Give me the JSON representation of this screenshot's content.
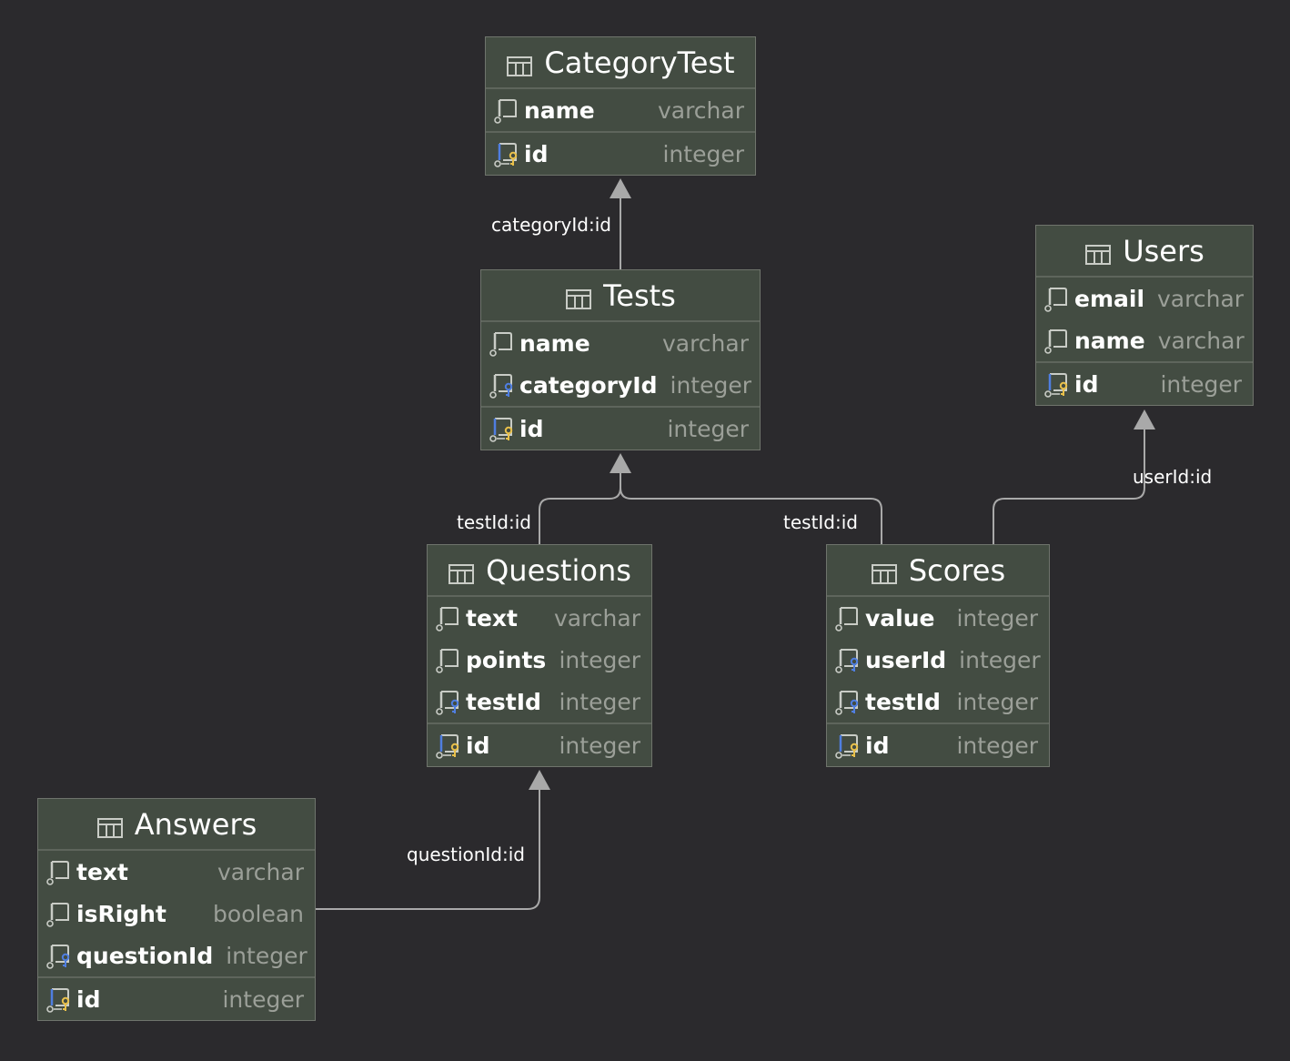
{
  "colors": {
    "background": "#2b2a2d",
    "entity_fill": "#434c42",
    "entity_border": "#6f746c",
    "edge": "#a9a9a9",
    "fk_key": "#4f7ee0",
    "pk_key": "#e8c04b"
  },
  "tables": [
    {
      "name": "CategoryTest",
      "icon": "table-icon",
      "columns": [
        {
          "name": "name",
          "type": "varchar",
          "kind": "column"
        },
        {
          "name": "id",
          "type": "integer",
          "kind": "primary-key"
        }
      ]
    },
    {
      "name": "Tests",
      "icon": "table-icon",
      "columns": [
        {
          "name": "name",
          "type": "varchar",
          "kind": "column"
        },
        {
          "name": "categoryId",
          "type": "integer",
          "kind": "foreign-key"
        },
        {
          "name": "id",
          "type": "integer",
          "kind": "primary-key"
        }
      ]
    },
    {
      "name": "Users",
      "icon": "table-icon",
      "columns": [
        {
          "name": "email",
          "type": "varchar",
          "kind": "column"
        },
        {
          "name": "name",
          "type": "varchar",
          "kind": "column"
        },
        {
          "name": "id",
          "type": "integer",
          "kind": "primary-key"
        }
      ]
    },
    {
      "name": "Questions",
      "icon": "table-icon",
      "columns": [
        {
          "name": "text",
          "type": "varchar",
          "kind": "column"
        },
        {
          "name": "points",
          "type": "integer",
          "kind": "column"
        },
        {
          "name": "testId",
          "type": "integer",
          "kind": "foreign-key"
        },
        {
          "name": "id",
          "type": "integer",
          "kind": "primary-key"
        }
      ]
    },
    {
      "name": "Scores",
      "icon": "table-icon",
      "columns": [
        {
          "name": "value",
          "type": "integer",
          "kind": "column"
        },
        {
          "name": "userId",
          "type": "integer",
          "kind": "foreign-key"
        },
        {
          "name": "testId",
          "type": "integer",
          "kind": "foreign-key"
        },
        {
          "name": "id",
          "type": "integer",
          "kind": "primary-key"
        }
      ]
    },
    {
      "name": "Answers",
      "icon": "table-icon",
      "columns": [
        {
          "name": "text",
          "type": "varchar",
          "kind": "column"
        },
        {
          "name": "isRight",
          "type": "boolean",
          "kind": "column"
        },
        {
          "name": "questionId",
          "type": "integer",
          "kind": "foreign-key"
        },
        {
          "name": "id",
          "type": "integer",
          "kind": "primary-key"
        }
      ]
    }
  ],
  "relations": [
    {
      "label": "categoryId:id",
      "from": "Tests",
      "to": "CategoryTest"
    },
    {
      "label": "testId:id",
      "from": "Questions",
      "to": "Tests"
    },
    {
      "label": "testId:id",
      "from": "Scores",
      "to": "Tests"
    },
    {
      "label": "userId:id",
      "from": "Scores",
      "to": "Users"
    },
    {
      "label": "questionId:id",
      "from": "Answers",
      "to": "Questions"
    }
  ]
}
